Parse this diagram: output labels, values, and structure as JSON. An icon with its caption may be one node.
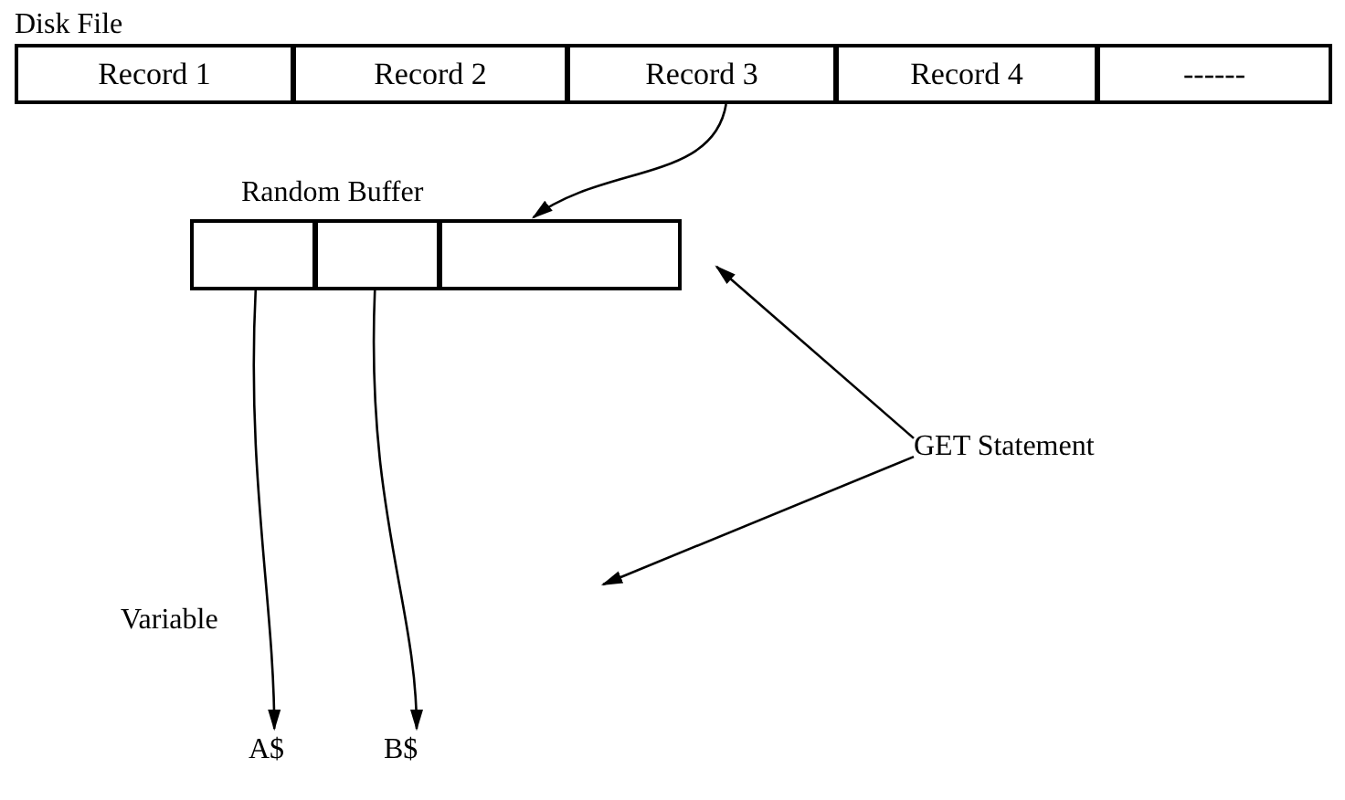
{
  "diagram": {
    "nodes": [
      {
        "text": [
          "Disk File"
        ]
      },
      {
        "text": [
          "Record 1"
        ],
        "in": 0
      },
      {
        "text": [
          "Record 2"
        ],
        "in": 0
      },
      {
        "text": [
          "Record 3"
        ],
        "in": 0
      },
      {
        "text": [
          "Record 4"
        ],
        "in": 0
      },
      {
        "text": [
          "------"
        ],
        "in": 0
      },
      {
        "text": [
          "Random Buffer"
        ]
      },
      {
        "text": [],
        "shape": "box",
        "in": 6
      },
      {
        "text": [],
        "shape": "box",
        "in": 6
      },
      {
        "text": [],
        "shape": "box",
        "in": 6
      },
      {
        "text": [
          "A$"
        ]
      },
      {
        "text": [
          "B$"
        ]
      },
      {
        "text": [
          "GET Statement"
        ]
      }
    ],
    "edges": [
      {
        "from": 3,
        "to": 9,
        "arrow": "to"
      },
      {
        "from": 7,
        "to": 10,
        "arrow": "to"
      },
      {
        "from": 8,
        "to": 11,
        "arrow": "to"
      },
      {
        "from": 12,
        "to": 6,
        "arrow": "to"
      },
      {
        "from": 12,
        "to": null,
        "arrow": "to"
      }
    ],
    "labels": [
      "Variable"
    ]
  }
}
